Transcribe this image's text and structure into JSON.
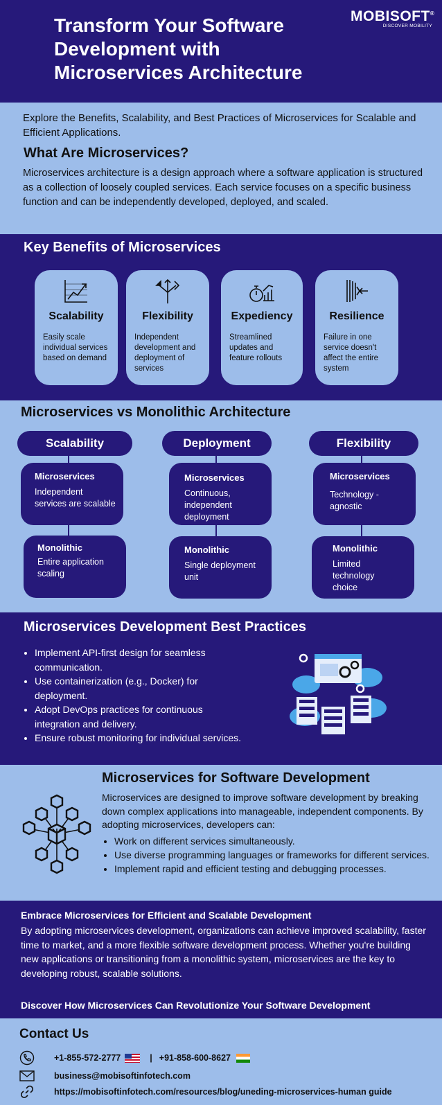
{
  "header": {
    "title": "Transform Your Software Development with Microservices Architecture",
    "logo_brand": "MOBISOFT",
    "logo_reg": "®",
    "logo_tagline": "DISCOVER MOBILITY"
  },
  "intro": {
    "subtitle": "Explore the Benefits, Scalability, and Best Practices of Microservices for Scalable and Efficient Applications.",
    "heading": "What Are Microservices?",
    "description": "Microservices architecture is a design approach where a software application is structured as a collection of loosely coupled services. Each service focuses on a specific business function and can be independently developed, deployed, and scaled."
  },
  "benefits": {
    "heading": "Key Benefits of Microservices",
    "items": [
      {
        "title": "Scalability",
        "text": "Easily scale individual services based on demand",
        "icon": "scale-chart-icon"
      },
      {
        "title": "Flexibility",
        "text": "Independent development and deployment of services",
        "icon": "split-arrows-icon"
      },
      {
        "title": "Expediency",
        "text": "Streamlined updates and feature rollouts",
        "icon": "stopwatch-chart-icon"
      },
      {
        "title": "Resilience",
        "text": "Failure in one service doesn't affect the entire system",
        "icon": "resilience-barrier-icon"
      }
    ]
  },
  "compare": {
    "heading": "Microservices vs Monolithic Architecture",
    "columns": [
      {
        "label": "Scalability",
        "micro_title": "Microservices",
        "micro_text": "Independent services are scalable",
        "mono_title": "Monolithic",
        "mono_text": "Entire application scaling"
      },
      {
        "label": "Deployment",
        "micro_title": "Microservices",
        "micro_text": "Continuous, independent deployment",
        "mono_title": "Monolithic",
        "mono_text": "Single deployment unit"
      },
      {
        "label": "Flexibility",
        "micro_title": "Microservices",
        "micro_text": "Technology -agnostic",
        "mono_title": "Monolithic",
        "mono_text": "Limited technology choice"
      }
    ]
  },
  "practices": {
    "heading": "Microservices Development Best Practices",
    "items": [
      "Implement API-first design for seamless communication.",
      "Use containerization (e.g., Docker) for deployment.",
      "Adopt DevOps practices for continuous integration and delivery.",
      "Ensure robust monitoring for individual services."
    ]
  },
  "dev": {
    "heading": "Microservices for Software Development",
    "description": "Microservices are designed to improve software development by breaking down complex applications into manageable, independent components. By adopting microservices, developers can:",
    "items": [
      "Work on different services simultaneously.",
      "Use diverse programming languages or frameworks for different services.",
      "Implement rapid and efficient testing and debugging processes."
    ]
  },
  "embrace": {
    "heading": "Embrace Microservices for Efficient and Scalable Development",
    "text": "By adopting microservices development, organizations can achieve improved scalability, faster time to market, and a more flexible software development process. Whether you're building new applications or transitioning from a monolithic system, microservices are the key to developing robust, scalable solutions.",
    "cta": "Discover How Microservices Can Revolutionize Your Software Development"
  },
  "contact": {
    "heading": "Contact Us",
    "phone_us": "+1-855-572-2777",
    "separator": "|",
    "phone_in": "+91-858-600-8627",
    "email": "business@mobisoftinfotech.com",
    "url": "https://mobisoftinfotech.com/resources/blog/uneding-microservices-human guide"
  },
  "colors": {
    "dark": "#26197a",
    "light": "#9dbdea"
  }
}
